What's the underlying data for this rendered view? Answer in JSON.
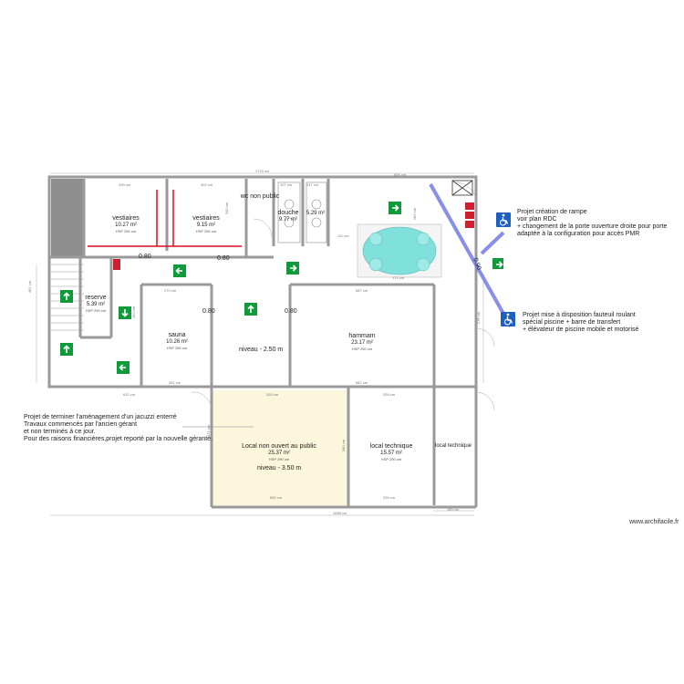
{
  "rooms": {
    "vestiaires1": {
      "name": "vestiaires",
      "area": "10.27 m²",
      "hsp": "HSP 290 cm"
    },
    "vestiaires2": {
      "name": "vestiaires",
      "area": "9.15 m²",
      "hsp": "HSP 290 cm"
    },
    "wc": {
      "name": "wc non public"
    },
    "douche": {
      "name": "douche",
      "area": "9.77 m²"
    },
    "douche2": {
      "area": "5.29 m²"
    },
    "reserve": {
      "name": "reserve",
      "area": "5.39 m²",
      "hsp": "HSP 290 cm"
    },
    "sauna": {
      "name": "sauna",
      "area": "10.26 m²",
      "hsp": "HSP 250 cm"
    },
    "hammam": {
      "name": "hammam",
      "area": "23.17 m²",
      "hsp": "HSP 250 cm"
    },
    "local_public": {
      "name": "Local non ouvert au public",
      "area": "25.37 m²",
      "hsp": "HSP 290 cm"
    },
    "local_tech": {
      "name": "local technique",
      "area": "15.57 m²",
      "hsp": "HSP 290 cm"
    },
    "local_tech2": {
      "name": "local technique"
    }
  },
  "levels": {
    "upper": "niveau - 2.50 m",
    "lower": "niveau - 3.50 m"
  },
  "door_widths": {
    "a": "0.80",
    "b": "0.80",
    "c": "0.80",
    "d": "0.80",
    "ramp": "0.90"
  },
  "dims": {
    "top_total": "1720 cm",
    "top_right": "606 cm",
    "bottom_total": "1658 cm",
    "bottom_right": "180 cm",
    "vest1_w": "339 cm",
    "vest2_w": "302 cm",
    "hammam_w": "567 cm",
    "local_w": "580 cm",
    "tech_w": "339 cm",
    "left_h": "461 cm",
    "sauna_w": "270 cm",
    "d1": "107 cm",
    "d2": "147 cm",
    "d3": "111 cm",
    "d4": "171 cm",
    "d5": "632 cm",
    "d6": "261 cm",
    "d7": "150 cm",
    "d8": "471 cm",
    "d9": "316 cm",
    "d10": "380 cm",
    "d11": "200 cm",
    "d12": "178 cm",
    "d13": "160 cm"
  },
  "notes": {
    "jacuzzi": [
      "Projet de terminer l'aménagement d'un jacuzzi enterré",
      "Travaux commencés par l'ancien gérant",
      "et non terminés à ce jour.",
      "Pour des raisons financières,projet reporté par la nouvelle gérante."
    ],
    "ramp": [
      "Projet création de rampe",
      "voir plan RDC",
      "+ changement de la porte ouverture droite pour porte",
      "adaptée à la configuration pour accès PMR"
    ],
    "chair": [
      "Projet mise à disposition fauteuil roulant",
      "spécial piscine + barre de transfert",
      "+ élévateur de piscine mobile et motorisé"
    ]
  },
  "watermark": "www.archifacile.fr",
  "icons": {
    "accessibility": "wheelchair-icon",
    "exit": "exit-arrow-icon",
    "extinguisher": "fire-extinguisher-icon"
  },
  "colors": {
    "wall": "#9a9a9a",
    "local_fill": "#fbf6dc",
    "pmr_line": "#7b83e8",
    "red_wall": "#d4101d",
    "pool": "#7fe0dc",
    "exit_green": "#119a3a",
    "pmr_blue": "#1f5fbf"
  }
}
